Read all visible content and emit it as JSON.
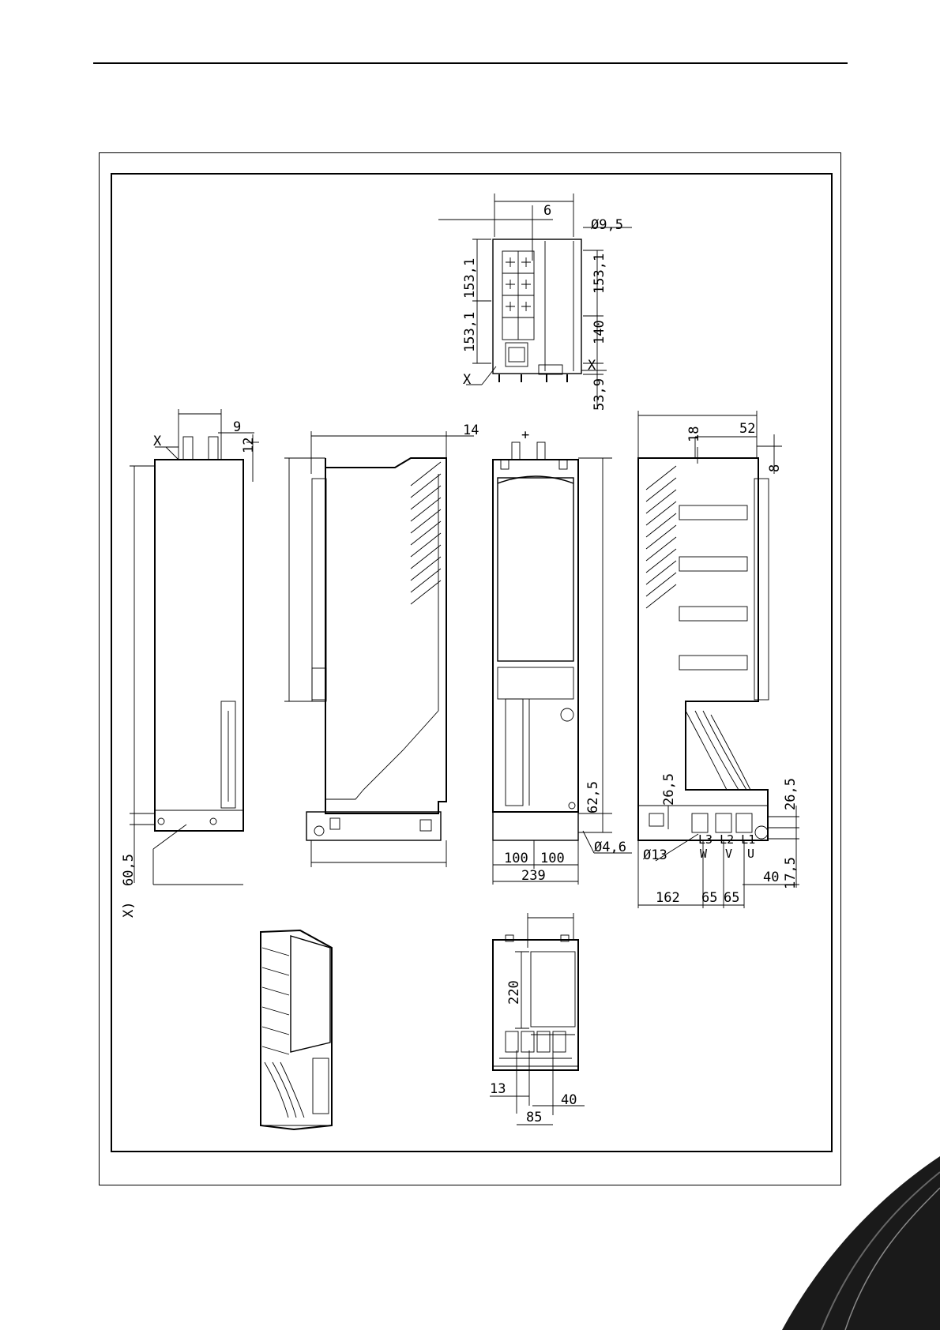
{
  "dimensions": {
    "top_view": {
      "offset": "6",
      "hole_dia": "Ø9,5",
      "left_upper": "153,1",
      "left_lower": "153,1",
      "right_upper": "153,1",
      "right_lower": "140",
      "right_bottom": "53,9",
      "mark_left": "X",
      "mark_right": "X"
    },
    "left_side_view": {
      "mark": "X",
      "top_right": "9",
      "top_small": "12",
      "bottom_left": "60,5",
      "footnote": "X)"
    },
    "side_view": {
      "top_right": "14"
    },
    "front_view": {
      "plus": "+",
      "right_lower": "62,5",
      "hole_dia": "Ø4,6",
      "bottom_left": "100",
      "bottom_right": "100",
      "width": "239"
    },
    "right_view": {
      "top_left": "18",
      "top_right": "52",
      "top_small": "8",
      "left_cable": "26,5",
      "right_cable": "26,5",
      "hole_dia": "Ø13",
      "terminal_w": "W",
      "terminal_v": "V",
      "terminal_u": "U",
      "terminal_codes": "L3 L2 L1",
      "right_40": "40",
      "right_17": "17,5",
      "bottom_162": "162",
      "bottom_65a": "65",
      "bottom_65b": "65"
    },
    "bottom_view": {
      "height": "220",
      "left_13": "13",
      "right_40": "40",
      "bottom_85": "85"
    }
  }
}
